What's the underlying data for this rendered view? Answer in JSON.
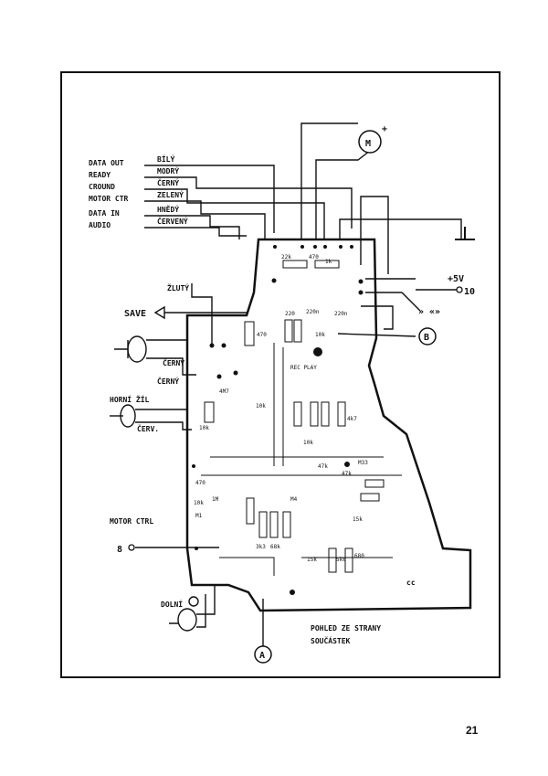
{
  "labels": {
    "data_out": "DATA OUT",
    "ready": "READY",
    "ground": "CROUND",
    "motor_ctr": "MOTOR CTR",
    "data_in": "DATA IN",
    "audio": "AUDIO",
    "wire_bily": "BÍLÝ",
    "wire_modry": "MODRÝ",
    "wire_cerny_top": "ČERNÝ",
    "wire_zeleny": "ZELENÝ",
    "wire_hnedy": "HNĚDÝ",
    "wire_cerveny": "ČERVENÝ",
    "wire_zluty": "ŽLUTÝ",
    "save": "SAVE",
    "cerny1": "ČERNÝ",
    "cerny2": "ČERNÝ",
    "horni_zil": "HORNÍ ŽÍL",
    "cerv": "ČERV.",
    "motor_ctrl_title": "MOTOR CTRL",
    "motor_ctrl_pin": "8",
    "dolni": "DOLNÍ",
    "plus5v": "+5V",
    "pin10": "10",
    "arrows": "» «»",
    "motor_m": "M",
    "motor_plus": "+",
    "point_a": "A",
    "point_b": "B",
    "view_line1": "POHLED ZE STRANY",
    "view_line2": "SOUČÁSTEK",
    "rec_play": "REC PLAY",
    "cc": "cc"
  },
  "components": [
    "22k",
    "470",
    "1k",
    "10k",
    "220",
    "220n",
    "470",
    "10k",
    "4M7",
    "4k7",
    "10k",
    "M4",
    "47k",
    "M33",
    "47k",
    "15k",
    "10k",
    "1M",
    "470",
    "68k",
    "3k3",
    "M1",
    "680",
    "10k",
    "5k6",
    "15k",
    "220n"
  ],
  "page_number": "21"
}
